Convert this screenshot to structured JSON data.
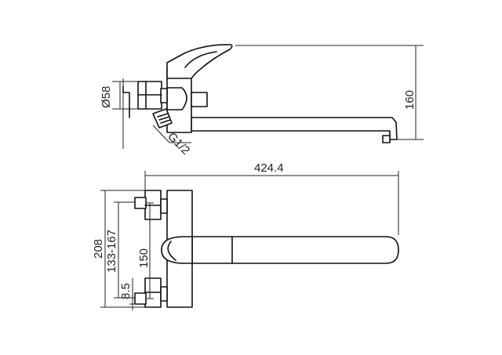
{
  "dimensions": {
    "height_total": "160",
    "diameter": "Ø58",
    "thread": "G1/2",
    "length": "424.4",
    "width_total": "208",
    "spacing_range": "133-167",
    "center": "150",
    "offset": "8.5"
  }
}
